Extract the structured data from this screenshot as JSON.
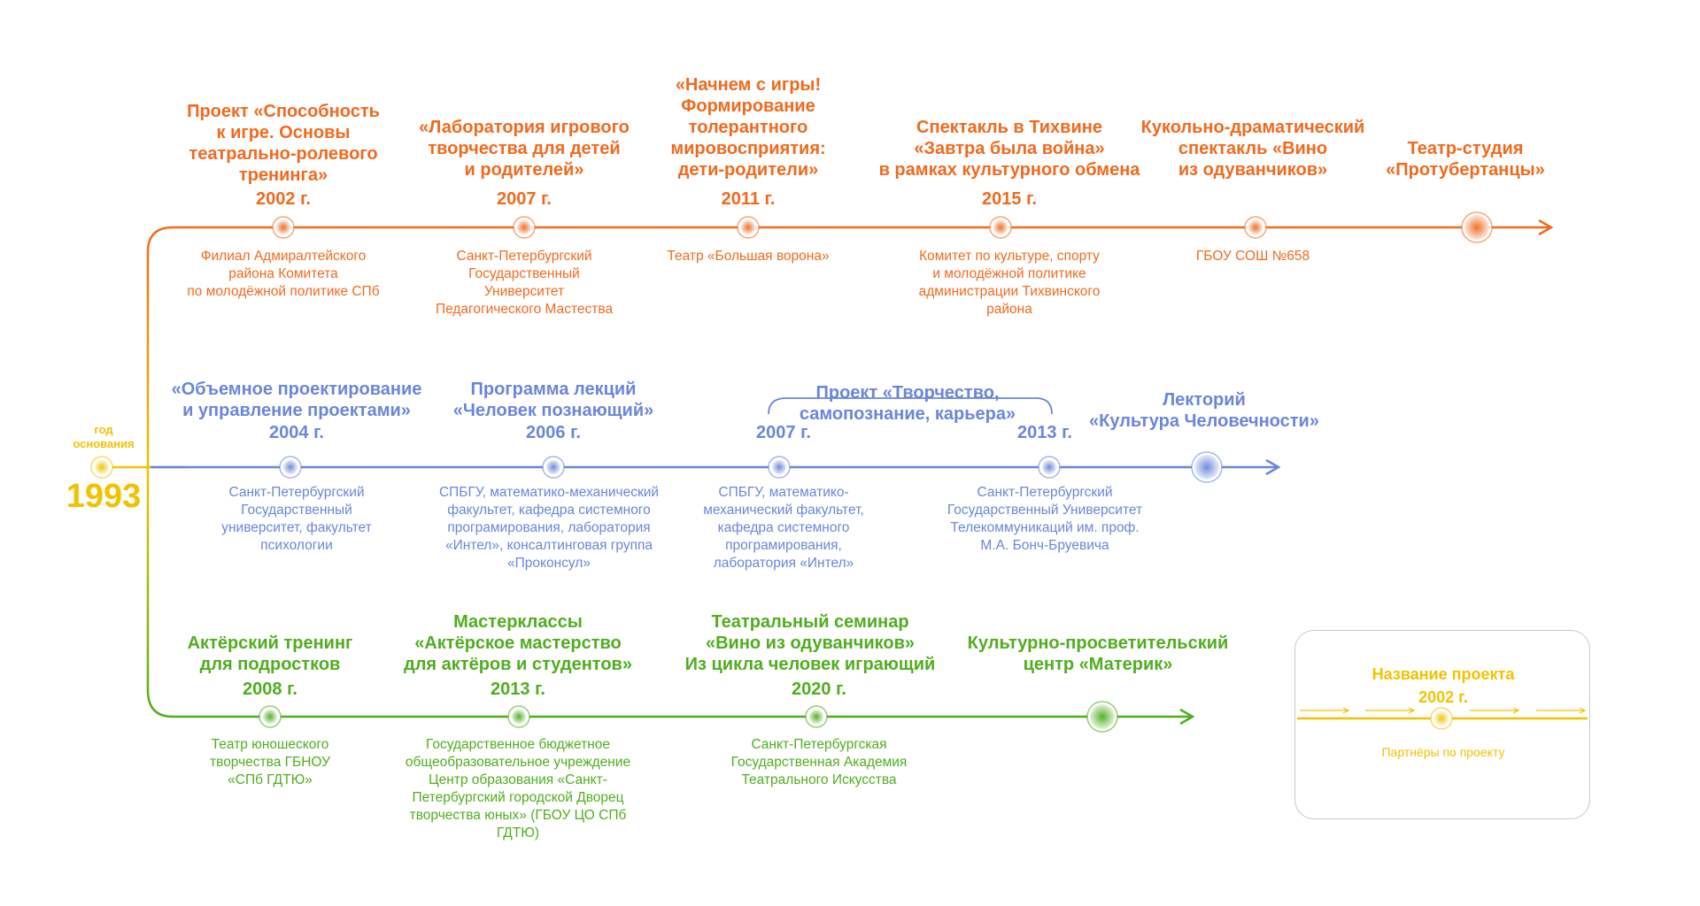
{
  "colors": {
    "orange": "#f06a1e",
    "blue": "#6a86db",
    "green": "#4fae1d",
    "yellow": "#f2c200"
  },
  "founding": {
    "label": "год\nоснования",
    "year": "1993"
  },
  "orange_row": [
    {
      "title": "Проект «Способность\nк игре. Основы\nтеатрально-ролевого\nтренинга»",
      "year": "2002 г.",
      "partner": "Филиал Адмиралтейского\nрайона Комитета\nпо молодёжной политике СПб"
    },
    {
      "title": "«Лаборатория игрового\nтворчества для детей\nи родителей»",
      "year": "2007 г.",
      "partner": "Санкт-Петербургский\nГосударственный\nУниверситет\nПедагогического Мастества"
    },
    {
      "title": "«Начнем с игры!\nФормирование\nтолерантного\nмировосприятия:\nдети-родители»",
      "year": "2011 г.",
      "partner": "Театр «Большая ворона»"
    },
    {
      "title": "Спектакль в Тихвине\n«Завтра была война»\nв рамках культурного обмена",
      "year": "2015 г.",
      "partner": "Комитет по культуре, спорту\nи молодёжной политике\nадминистрации Тихвинского\nрайона"
    },
    {
      "title": "Кукольно-драматический\nспектакль «Вино\nиз одуванчиков»",
      "year": "",
      "partner": "ГБОУ СОШ №658"
    },
    {
      "title": "Театр-студия\n«Протубертанцы»",
      "year": "",
      "partner": ""
    }
  ],
  "blue_row": [
    {
      "title": "«Объемное проектирование\nи управление проектами»",
      "year": "2004 г.",
      "partner": "Санкт-Петербургский\nГосударственный\nуниверситет, факультет\nпсихологии"
    },
    {
      "title": "Программа лекций\n«Человек познающий»",
      "year": "2006 г.",
      "partner": "СПБГУ, математико-механический\nфакультет, кафедра системного\nпрограмирования, лаборатория\n«Интел», консалтинговая группа\n«Проконсул»"
    },
    {
      "title": "Проект «Творчество,\nсамопознание, карьера»",
      "year": "2007 г.",
      "year2": "2013 г.",
      "partner": "СПБГУ, математико-\nмеханический факультет,\nкафедра системного\nпрограмирования,\nлаборатория «Интел»",
      "partner2": "Санкт-Петербургский\nГосударственный Университет\nТелекоммуникаций им. проф.\nМ.А. Бонч-Бруевича"
    },
    {
      "title": "Лекторий\n«Культура Человечности»",
      "year": "",
      "partner": ""
    }
  ],
  "green_row": [
    {
      "title": "Актёрский тренинг\nдля подростков",
      "year": "2008 г.",
      "partner": "Театр юношеского\nтворчества ГБНОУ\n«СПб ГДТЮ»"
    },
    {
      "title": "Мастерклассы\n«Актёрское мастерство\nдля актёров и студентов»",
      "year": "2013 г.",
      "partner": "Государственное бюджетное\nобщеобразовательное учреждение\nЦентр образования «Санкт-\nПетербургский городской Дворец\nтворчества юных» (ГБОУ ЦО СПб\nГДТЮ)"
    },
    {
      "title": "Театральный семинар\n«Вино из одуванчиков»\nИз цикла человек играющий",
      "year": "2020 г.",
      "partner": "Санкт-Петербургская\nГосударственная Академия\nТеатрального Искусства"
    },
    {
      "title": "Культурно-просветительский\nцентр «Материк»",
      "year": "",
      "partner": ""
    }
  ],
  "legend": {
    "title": "Название проекта",
    "year": "2002 г.",
    "partner": "Партнёры по проекту"
  }
}
